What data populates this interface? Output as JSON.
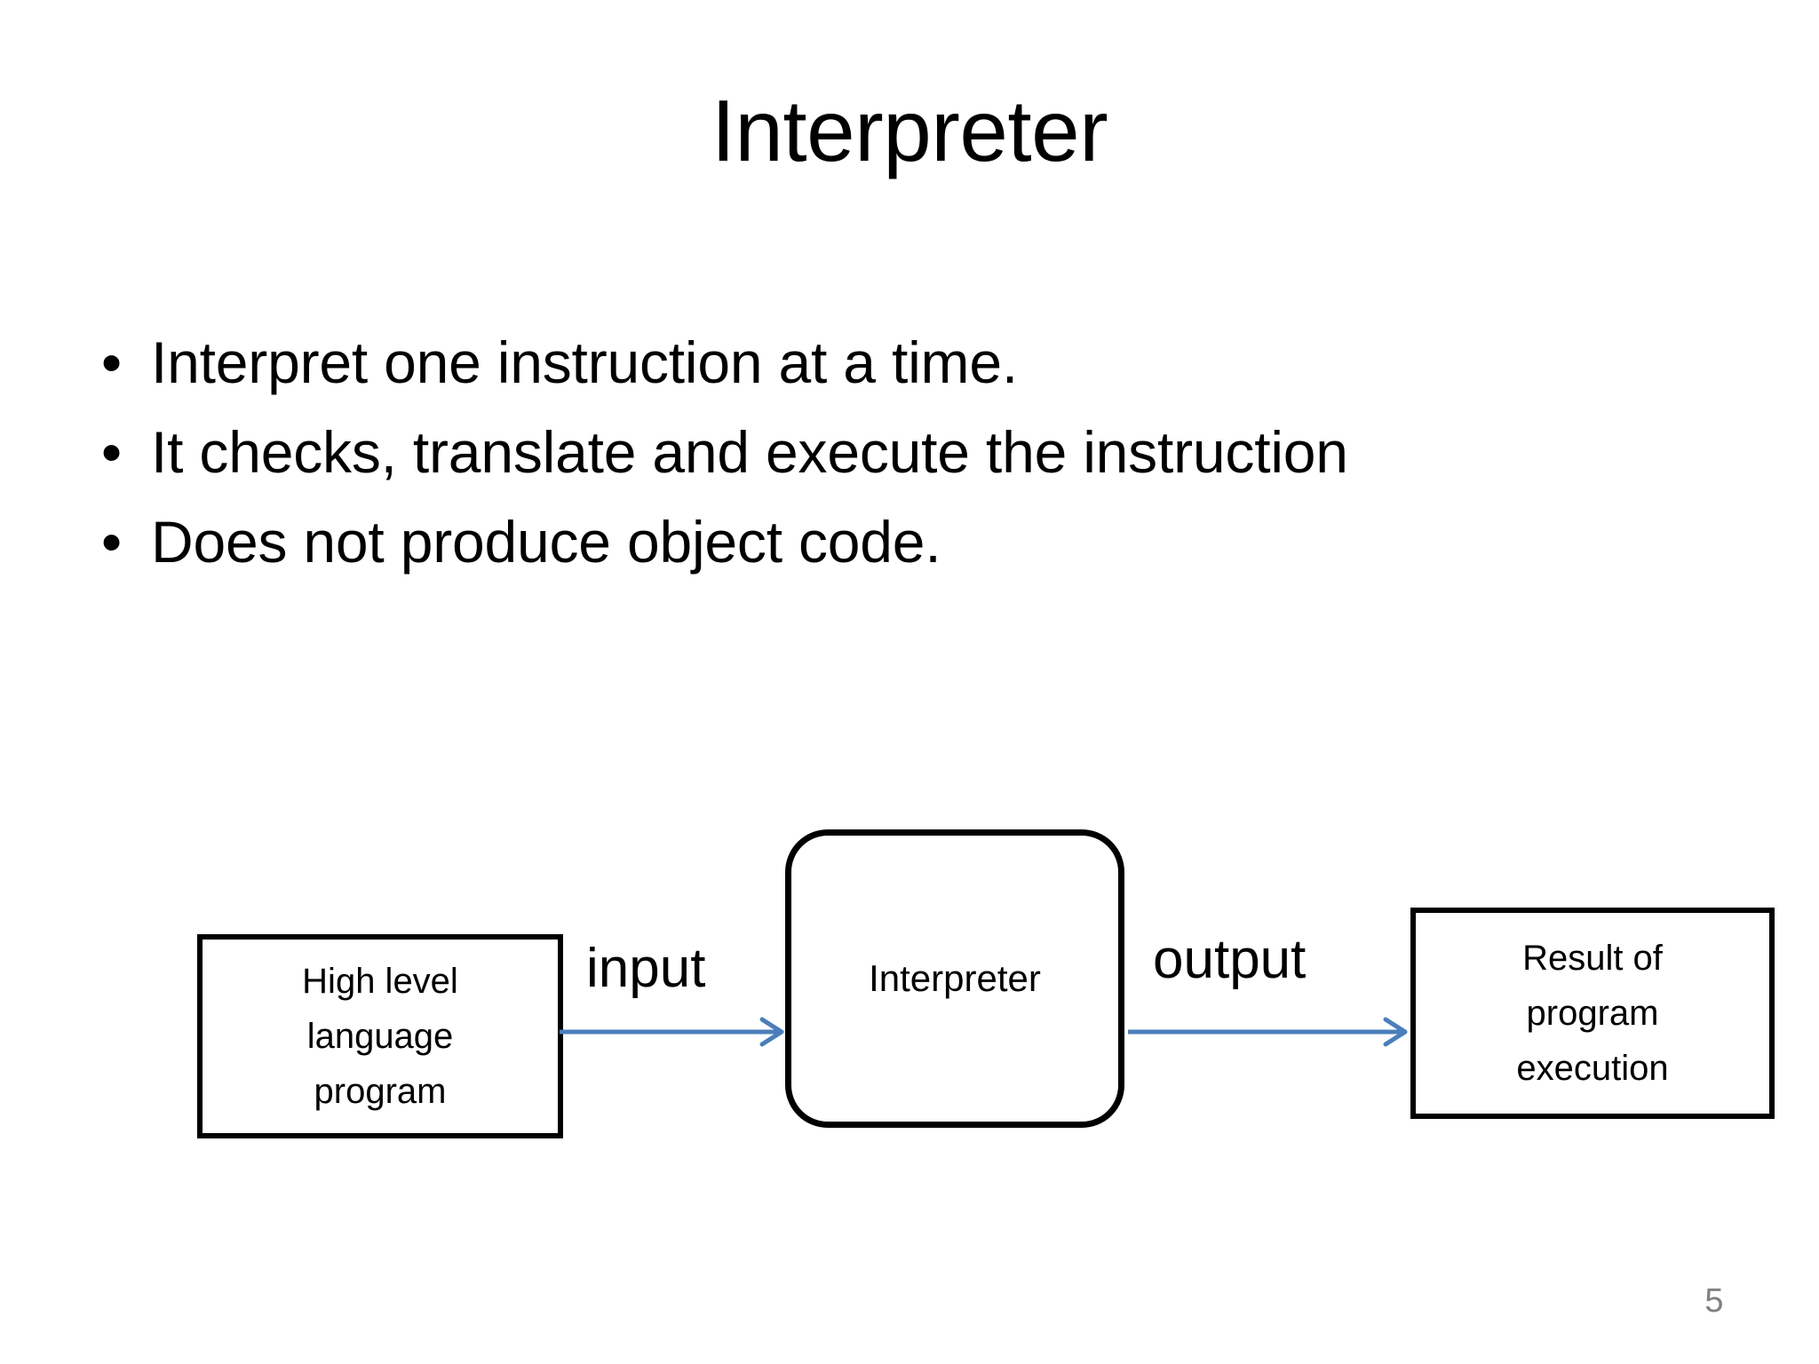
{
  "slide": {
    "title": "Interpreter",
    "page_number": "5",
    "background_color": "#ffffff",
    "text_color": "#000000",
    "page_number_color": "#808080"
  },
  "bullets": [
    {
      "marker": "•",
      "text": "Interpret one instruction at a time."
    },
    {
      "marker": "•",
      "text": "It checks, translate and execute the instruction"
    },
    {
      "marker": "•",
      "text": "Does not produce object code."
    }
  ],
  "diagram": {
    "arrow_color": "#4A7EBB",
    "box_border_color": "#000000",
    "nodes": [
      {
        "id": "source",
        "shape": "rectangle",
        "lines": [
          "High level",
          "language",
          "program"
        ]
      },
      {
        "id": "processor",
        "shape": "rounded-rectangle",
        "lines": [
          "Interpreter"
        ]
      },
      {
        "id": "result",
        "shape": "rectangle",
        "lines": [
          "Result of",
          "program",
          "execution"
        ]
      }
    ],
    "edges": [
      {
        "id": "input",
        "label": "input",
        "from": "source",
        "to": "processor"
      },
      {
        "id": "output",
        "label": "output",
        "from": "processor",
        "to": "result"
      }
    ]
  }
}
